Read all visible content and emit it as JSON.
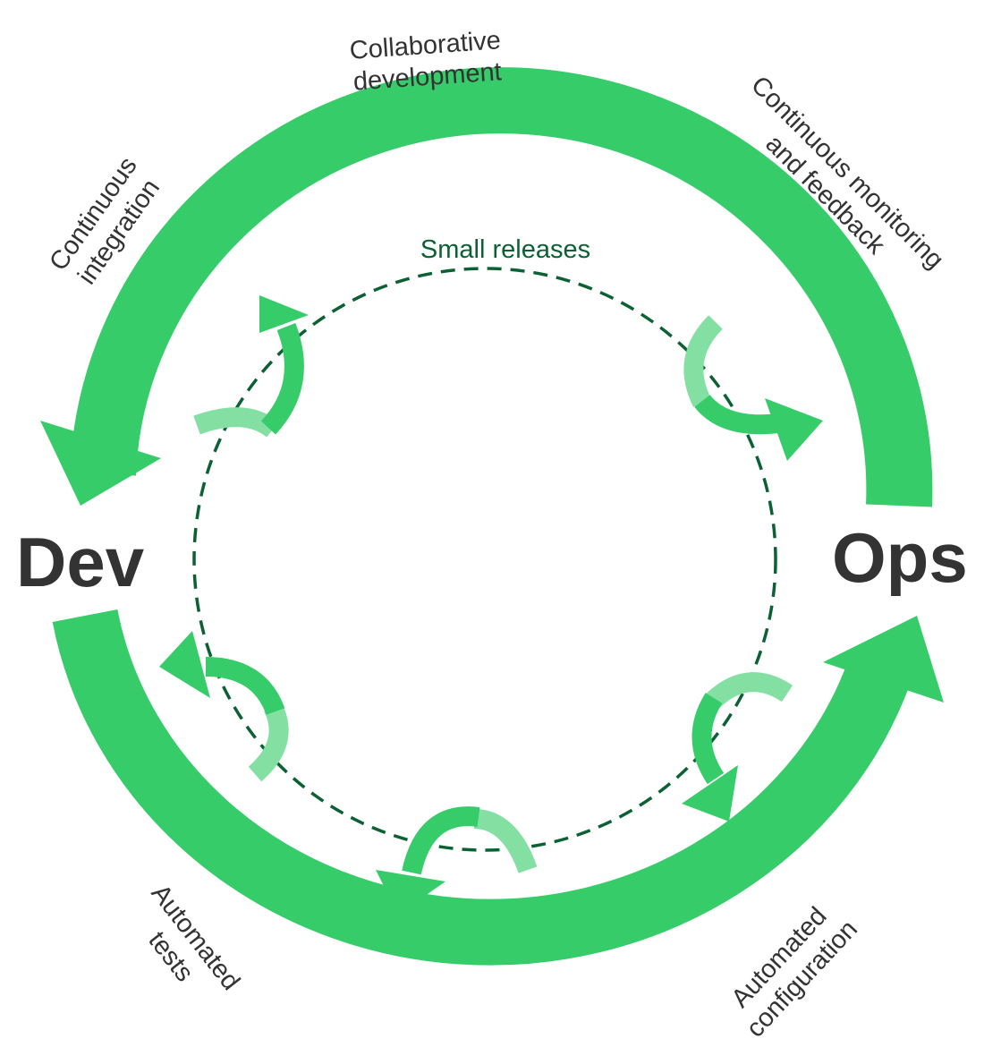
{
  "colors": {
    "main_arrow": "#37cc6a",
    "small_arrow": "#37cc6a",
    "small_arrow_tail": "#84e0a2",
    "dashed_circle": "#0c6134",
    "text": "#333333",
    "small_releases_text": "#0c6134"
  },
  "labels": {
    "dev": "Dev",
    "ops": "Ops",
    "small_releases": "Small releases",
    "collaborative_development": [
      "Collaborative",
      "development"
    ],
    "continuous_integration": [
      "Continuous",
      "integration"
    ],
    "continuous_monitoring": [
      "Continuous monitoring",
      "and feedback"
    ],
    "automated_tests": [
      "Automated",
      "tests"
    ],
    "automated_configuration": [
      "Automated",
      "configuration"
    ]
  }
}
